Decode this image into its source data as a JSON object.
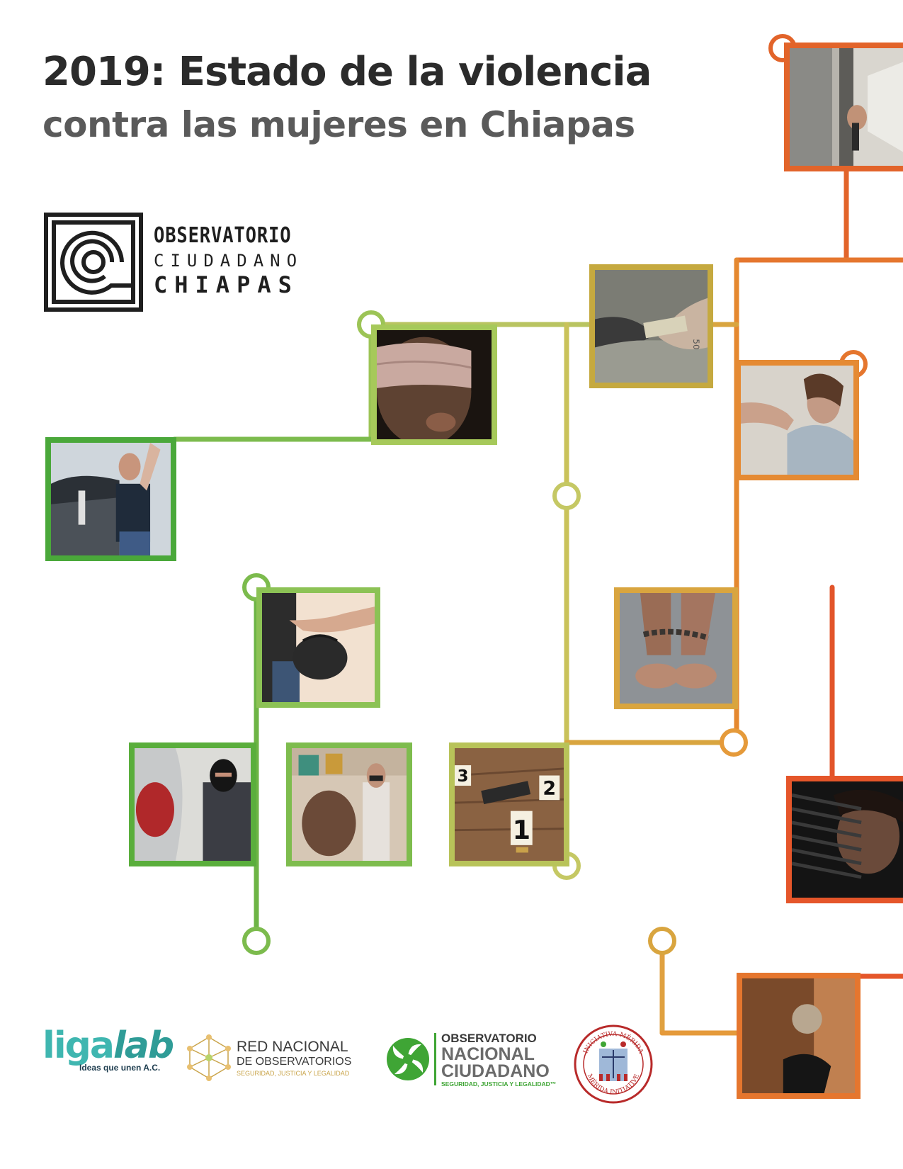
{
  "title": {
    "main": "2019: Estado de la violencia",
    "sub": "contra las mujeres en Chiapas"
  },
  "observatorio_chiapas": {
    "line1": "OBSERVATORIO",
    "line2": "CIUDADANO",
    "line3": "CHIAPAS"
  },
  "photos": [
    {
      "name": "gun-hallway-photo",
      "border": "#e2642a"
    },
    {
      "name": "money-exchange-photo",
      "border": "#c5a93f"
    },
    {
      "name": "blindfold-photo",
      "border": "#a6c95a"
    },
    {
      "name": "woman-reaching-hand-photo",
      "border": "#e58a33"
    },
    {
      "name": "car-knife-photo",
      "border": "#4aa83a"
    },
    {
      "name": "purse-snatching-photo",
      "border": "#8cc255"
    },
    {
      "name": "chained-feet-photo",
      "border": "#d9a53f"
    },
    {
      "name": "car-theft-photo",
      "border": "#5aae3c"
    },
    {
      "name": "store-robbery-photo",
      "border": "#7ebc4e"
    },
    {
      "name": "crime-scene-markers-photo",
      "border": "#b8c359"
    },
    {
      "name": "woman-behind-blinds-photo",
      "border": "#e5562a"
    },
    {
      "name": "door-knob-photo",
      "border": "#e5762e"
    }
  ],
  "crime_markers": [
    "3",
    "2",
    "1"
  ],
  "banknote_label": "50",
  "logos": {
    "ligalab": {
      "word_a": "liga",
      "word_b": "lab",
      "tagline": "Ideas que unen A.C."
    },
    "red_nacional": {
      "line1": "RED NACIONAL",
      "line2": "DE OBSERVATORIOS",
      "line3": "SEGURIDAD, JUSTICIA Y LEGALIDAD"
    },
    "onc": {
      "line1": "OBSERVATORIO",
      "line2": "NACIONAL",
      "line3": "CIUDADANO",
      "line4": "SEGURIDAD, JUSTICIA Y LEGALIDAD™"
    },
    "merida": {
      "top": "INICIATIVA MÉRIDA",
      "bottom": "MÉRIDA INITIATIVE"
    }
  },
  "colors": {
    "green": "#4aa83a",
    "lime": "#a6c95a",
    "olive": "#c5b848",
    "gold": "#d9a53f",
    "orange": "#e5762e",
    "red_orange": "#e2542a"
  }
}
